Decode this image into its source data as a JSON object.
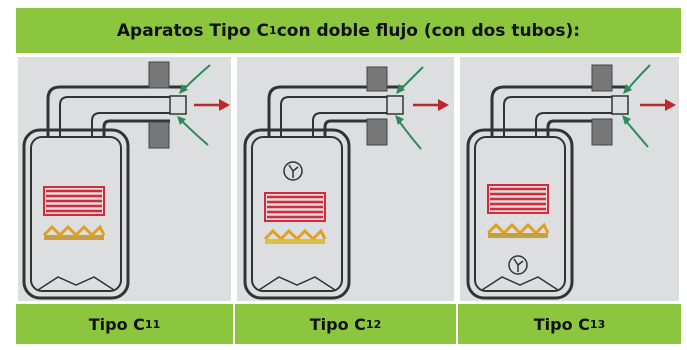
{
  "title": {
    "main": "Aparatos Tipo C",
    "sub": "1",
    "rest": " con doble flujo (con dos tubos):"
  },
  "panels": [
    {
      "caption_main": "Tipo C",
      "caption_sub": "11",
      "fan": "none"
    },
    {
      "caption_main": "Tipo C",
      "caption_sub": "12",
      "fan": "top"
    },
    {
      "caption_main": "Tipo C",
      "caption_sub": "13",
      "fan": "bottom"
    }
  ],
  "colors": {
    "green": "#8cc63f",
    "panel_bg": "#dcdee0",
    "flue_arrow": "#c0272d",
    "air_arrow": "#2e8b57",
    "heater": "#d42a3a",
    "burner": "#e0a020",
    "outline": "#333333",
    "wall": "#777777"
  }
}
